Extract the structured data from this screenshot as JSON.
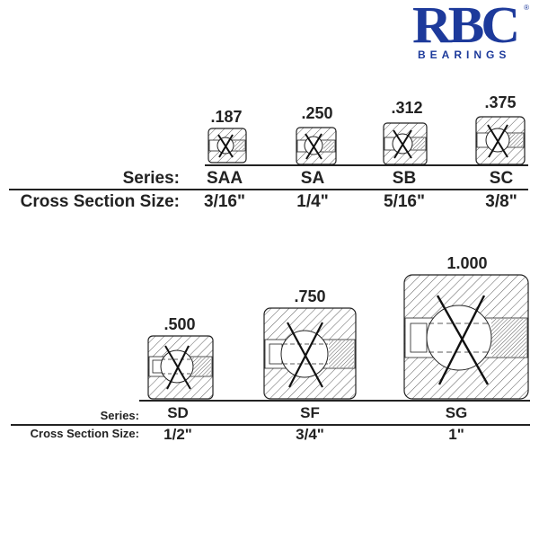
{
  "logo": {
    "text": "RBC",
    "subtext": "BEARINGS",
    "registered": "®",
    "color": "#1d3a9b"
  },
  "top_group": {
    "series_label": "Series:",
    "size_label": "Cross Section Size:",
    "items": [
      {
        "dimension": ".187",
        "series": "SAA",
        "size": "3/16\""
      },
      {
        "dimension": ".250",
        "series": "SA",
        "size": "1/4\""
      },
      {
        "dimension": ".312",
        "series": "SB",
        "size": "5/16\""
      },
      {
        "dimension": ".375",
        "series": "SC",
        "size": "3/8\""
      }
    ]
  },
  "bottom_group": {
    "series_label": "Series:",
    "size_label": "Cross Section Size:",
    "items": [
      {
        "dimension": ".500",
        "series": "SD",
        "size": "1/2\""
      },
      {
        "dimension": ".750",
        "series": "SF",
        "size": "3/4\""
      },
      {
        "dimension": "1.000",
        "series": "SG",
        "size": "1\""
      }
    ]
  }
}
